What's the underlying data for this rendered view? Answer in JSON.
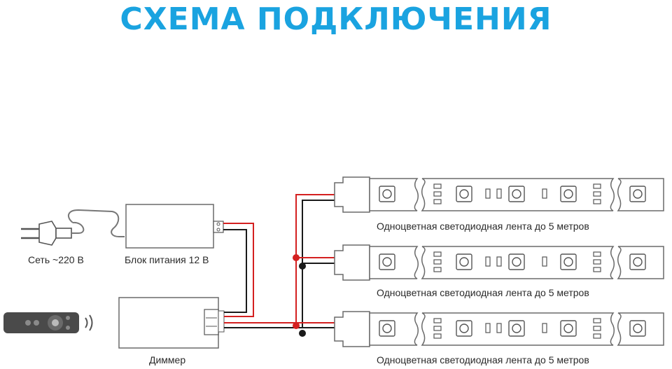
{
  "title": "СХЕМА ПОДКЛЮЧЕНИЯ",
  "labels": {
    "mains": "Сеть ~220 В",
    "power_supply": "Блок питания 12 В",
    "dimmer": "Диммер",
    "strip": "Одноцветная светодиодная лента до 5 метров"
  },
  "colors": {
    "title": "#1aa3e0",
    "wire_positive": "#d42020",
    "wire_negative": "#1a1a1a",
    "outline": "#6a6a6a"
  }
}
